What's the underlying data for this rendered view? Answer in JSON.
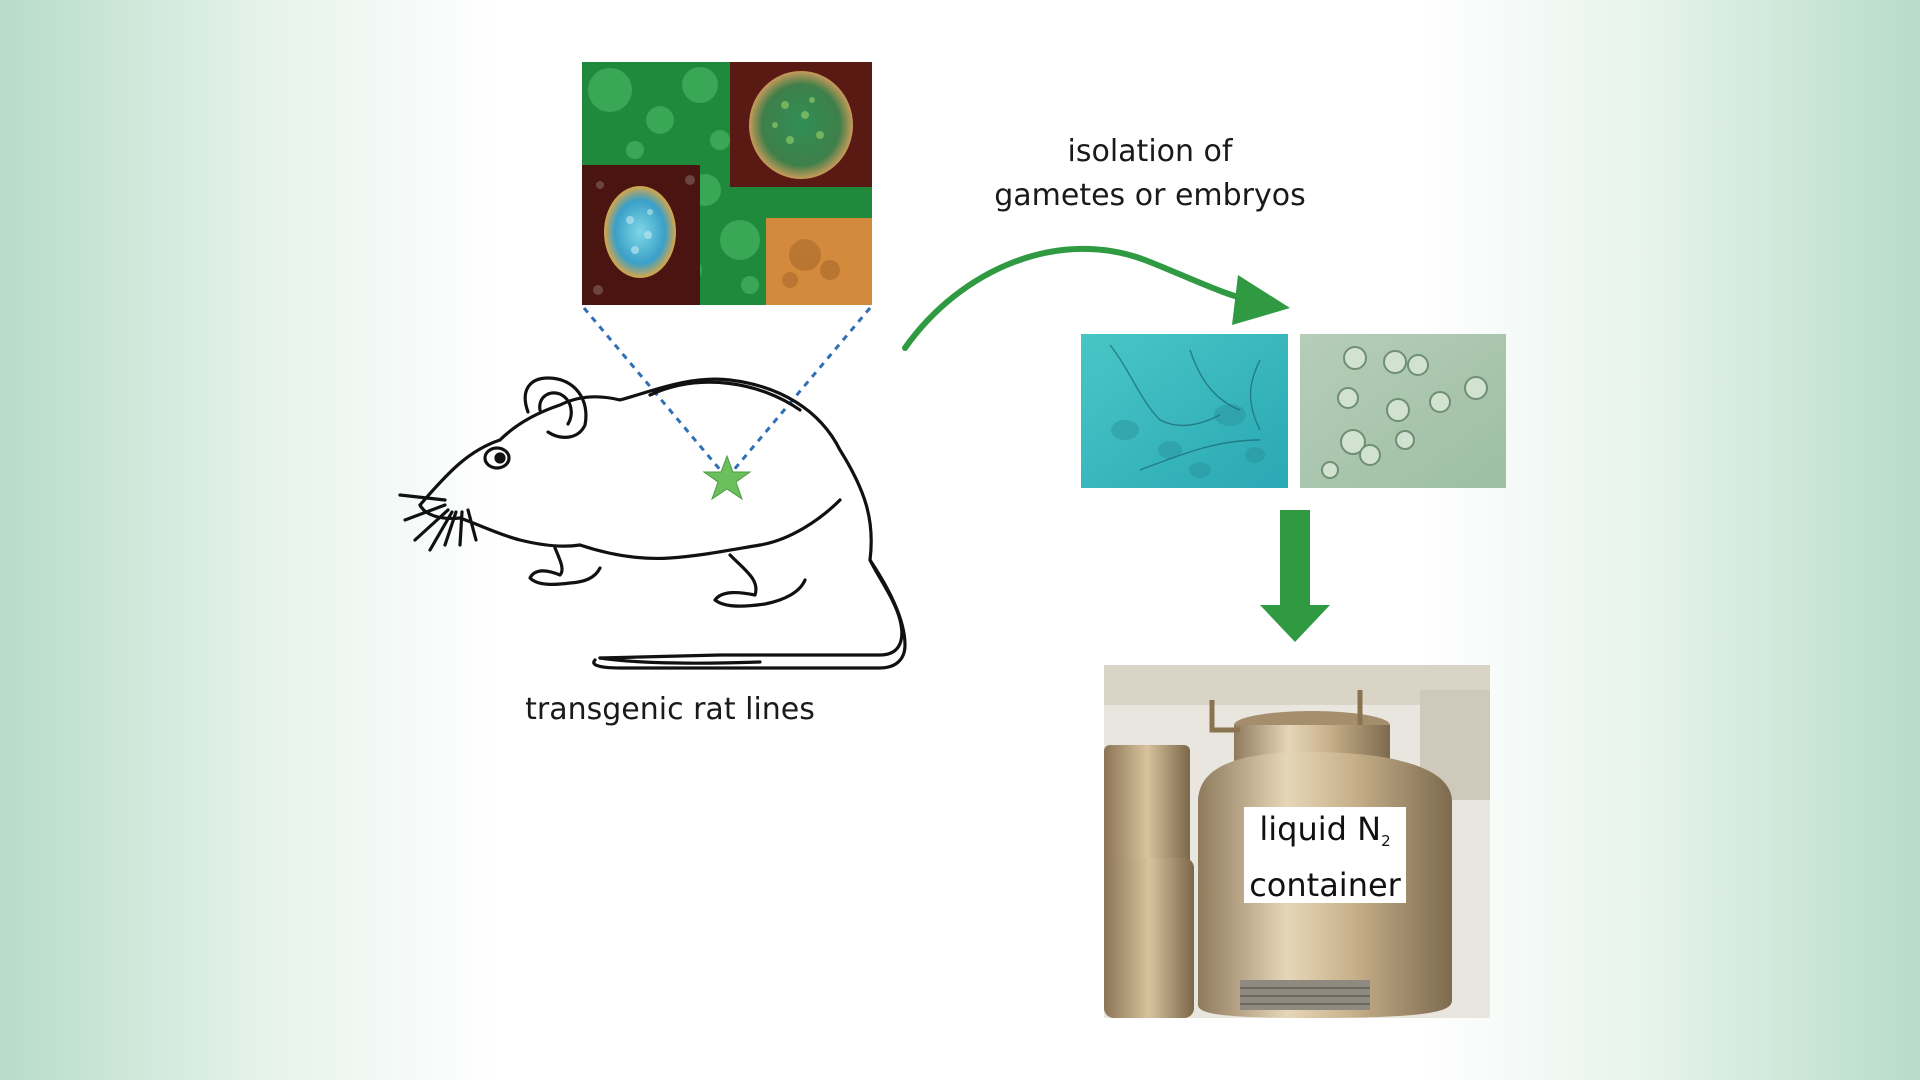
{
  "labels": {
    "rat_caption": "transgenic rat lines",
    "isolation_line1": "isolation of",
    "isolation_line2": "gametes or embryos",
    "container_line1": "liquid N",
    "container_subscript": "2",
    "container_line2": "container"
  },
  "colors": {
    "arrow_green": "#2f9a42",
    "dotted_blue": "#2f6fb5",
    "star_green": "#6bbf5c",
    "micro_green": "#1f8a3c",
    "sperm_cyan": "#3fbfbf",
    "embryo_sage": "#a9c7ad",
    "tank_steel": "#bfa986"
  },
  "icons": [
    "rat-illustration",
    "star-marker",
    "curved-arrow",
    "down-arrow",
    "microscopy-collage",
    "sperm-micrograph",
    "embryo-micrograph",
    "nitrogen-tank-photo"
  ]
}
